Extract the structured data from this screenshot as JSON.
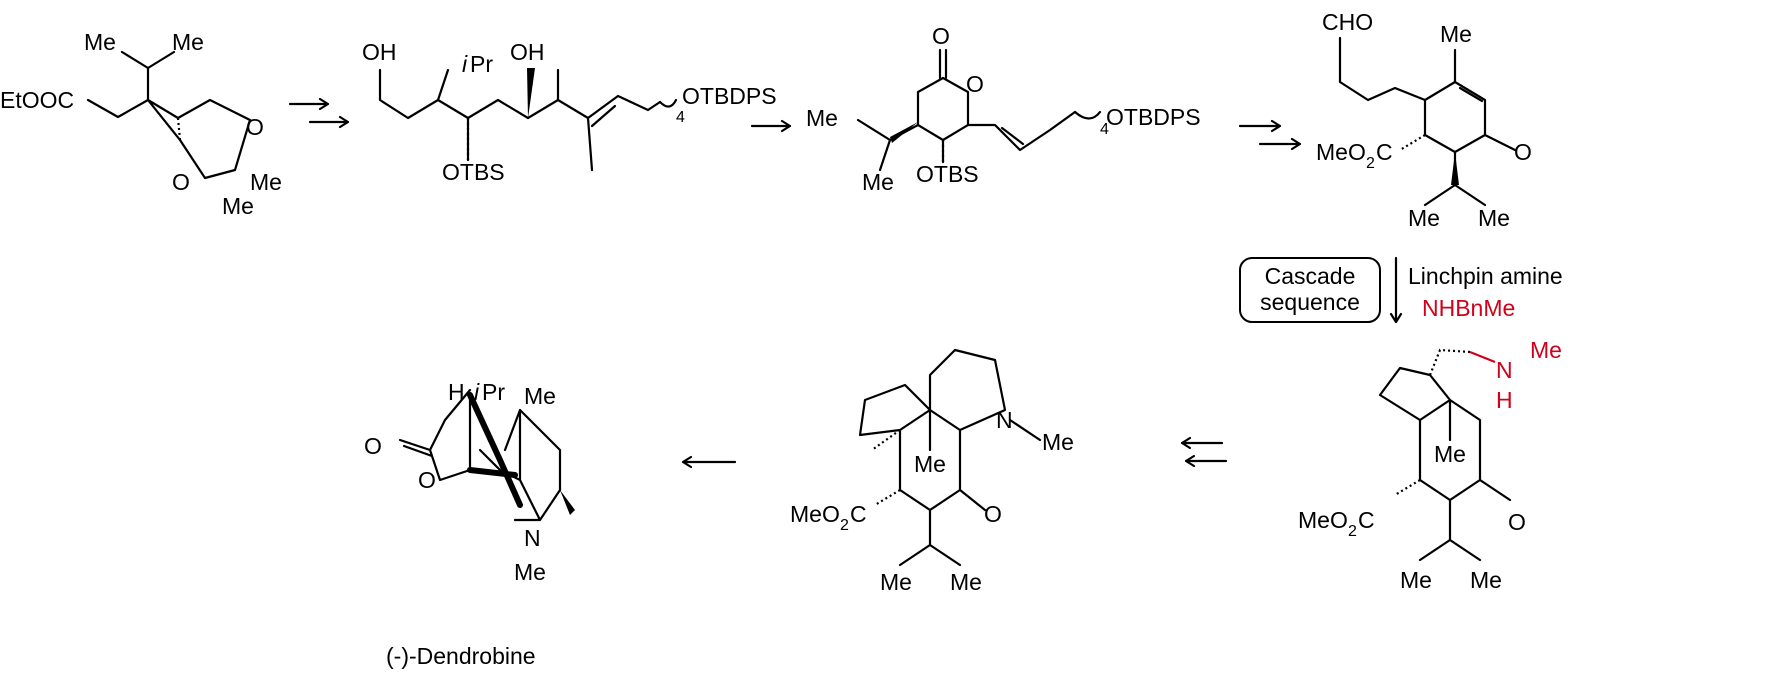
{
  "compound1": {
    "ester": "EtOOC",
    "me1": "Me",
    "me2": "Me",
    "o1": "O",
    "o2": "O",
    "me3": "Me",
    "me4": "Me"
  },
  "compound2": {
    "oh1": "OH",
    "ipr_i": "i",
    "ipr": "Pr",
    "oh2": "OH",
    "otbs": "OTBS",
    "n": "4",
    "otbdps": "OTBDPS"
  },
  "compound3": {
    "o_carbonyl": "O",
    "o_ring": "O",
    "me1": "Me",
    "me2": "Me",
    "otbs": "OTBS",
    "n": "4",
    "otbdps": "OTBDPS"
  },
  "compound4": {
    "cho": "CHO",
    "me": "Me",
    "ester": "MeO",
    "ester_sub": "2",
    "ester_c": "C",
    "o": "O",
    "me1": "Me",
    "me2": "Me"
  },
  "cascade": {
    "box_line1": "Cascade",
    "box_line2": "sequence",
    "reagent_label": "Linchpin amine",
    "reagent": "NHBnMe",
    "reagent_color": "#d0021b"
  },
  "compound5": {
    "n": "N",
    "h": "H",
    "nme": "Me",
    "me": "Me",
    "ester": "MeO",
    "ester_sub": "2",
    "ester_c": "C",
    "o": "O",
    "me1": "Me",
    "me2": "Me"
  },
  "compound6": {
    "n": "N",
    "nme": "Me",
    "me": "Me",
    "ester": "MeO",
    "ester_sub": "2",
    "ester_c": "C",
    "o": "O",
    "me1": "Me",
    "me2": "Me"
  },
  "dendrobine": {
    "h": "H",
    "ipr_i": "i",
    "ipr": "Pr",
    "me": "Me",
    "o1": "O",
    "o2": "O",
    "n": "N",
    "nme": "Me",
    "name": "(-)-Dendrobine"
  }
}
